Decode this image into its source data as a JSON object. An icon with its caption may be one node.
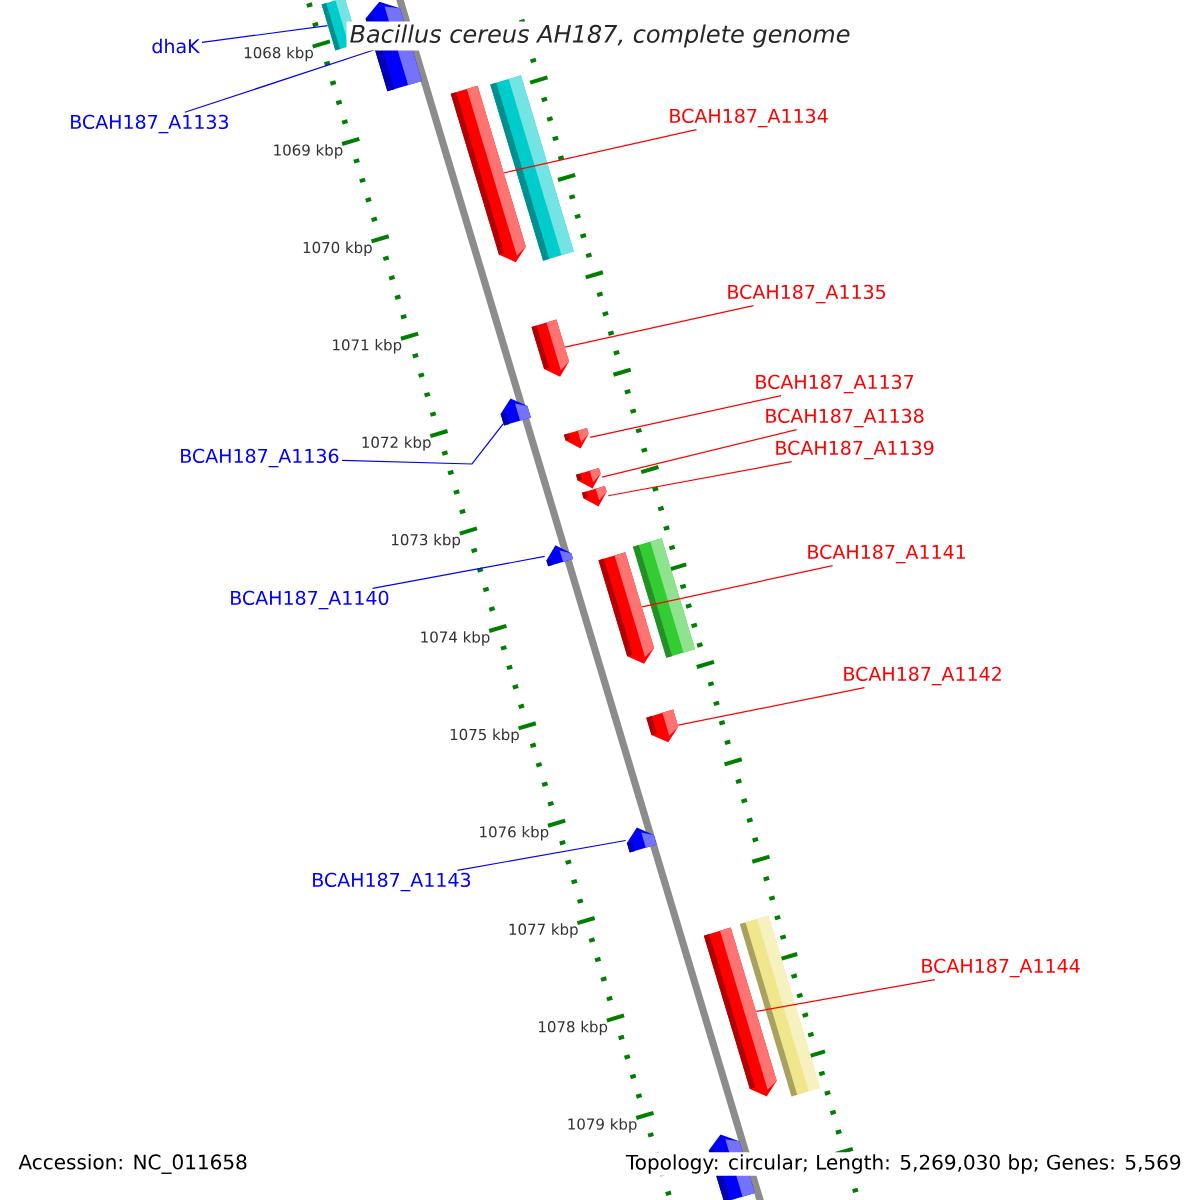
{
  "diagram": {
    "title": "Bacillus cereus AH187, complete genome",
    "nodes": [
      {
        "text": [
          "dhaK"
        ]
      },
      {
        "text": [],
        "shape": "bar"
      },
      {
        "text": [
          "BCAH187_A1133"
        ]
      },
      {
        "text": [],
        "shape": "pentagon"
      },
      {
        "text": [
          "BCAH187_A1134"
        ]
      },
      {
        "text": [],
        "shape": "pentagon"
      },
      {
        "text": [],
        "shape": "bar"
      },
      {
        "text": [
          "BCAH187_A1135"
        ]
      },
      {
        "text": [],
        "shape": "pentagon"
      },
      {
        "text": [
          "BCAH187_A1137"
        ]
      },
      {
        "text": [],
        "shape": "pentagon"
      },
      {
        "text": [
          "BCAH187_A1138"
        ]
      },
      {
        "text": [],
        "shape": "pentagon"
      },
      {
        "text": [
          "BCAH187_A1136"
        ]
      },
      {
        "text": [],
        "shape": "pentagon"
      },
      {
        "text": [
          "BCAH187_A1139"
        ]
      },
      {
        "text": [],
        "shape": "pentagon"
      },
      {
        "text": [
          "BCAH187_A1141"
        ]
      },
      {
        "text": [],
        "shape": "pentagon"
      },
      {
        "text": [],
        "shape": "bar"
      },
      {
        "text": [
          "BCAH187_A1140"
        ]
      },
      {
        "text": [],
        "shape": "pentagon"
      },
      {
        "text": [
          "BCAH187_A1142"
        ]
      },
      {
        "text": [],
        "shape": "pentagon"
      },
      {
        "text": [
          "BCAH187_A1143"
        ]
      },
      {
        "text": [],
        "shape": "pentagon"
      },
      {
        "text": [
          "BCAH187_A1144"
        ]
      },
      {
        "text": [],
        "shape": "pentagon"
      },
      {
        "text": [],
        "shape": "bar"
      },
      {
        "text": [],
        "shape": "pentagon"
      }
    ],
    "edges": [
      {
        "from": 0,
        "to": 1,
        "arrow": "none",
        "color": "#0000ff"
      },
      {
        "from": 2,
        "to": 3,
        "arrow": "none",
        "color": "#0000ff"
      },
      {
        "from": 4,
        "to": 5,
        "arrow": "none"
      },
      {
        "from": 7,
        "to": 8,
        "arrow": "none"
      },
      {
        "from": 9,
        "to": 10,
        "arrow": "none"
      },
      {
        "from": 11,
        "to": 12,
        "arrow": "none"
      },
      {
        "from": 13,
        "to": 14,
        "arrow": "none",
        "color": "#0000ff"
      },
      {
        "from": 15,
        "to": 16,
        "arrow": "none"
      },
      {
        "from": 17,
        "to": 18,
        "arrow": "none"
      },
      {
        "from": 20,
        "to": 21,
        "arrow": "none",
        "color": "#0000ff"
      },
      {
        "from": 22,
        "to": 23,
        "arrow": "none"
      },
      {
        "from": 24,
        "to": 25,
        "arrow": "none",
        "color": "#0000ff"
      },
      {
        "from": 26,
        "to": 27,
        "arrow": "none"
      }
    ],
    "labels": [
      "1068 kbp",
      "1069 kbp",
      "1070 kbp",
      "1071 kbp",
      "1072 kbp",
      "1073 kbp",
      "1074 kbp",
      "1075 kbp",
      "1076 kbp",
      "1077 kbp",
      "1078 kbp",
      "1079 kbp",
      "Accession: NC_011658",
      "Topology: circular; Length: 5,269,030 bp; Genes: 5,569"
    ]
  }
}
